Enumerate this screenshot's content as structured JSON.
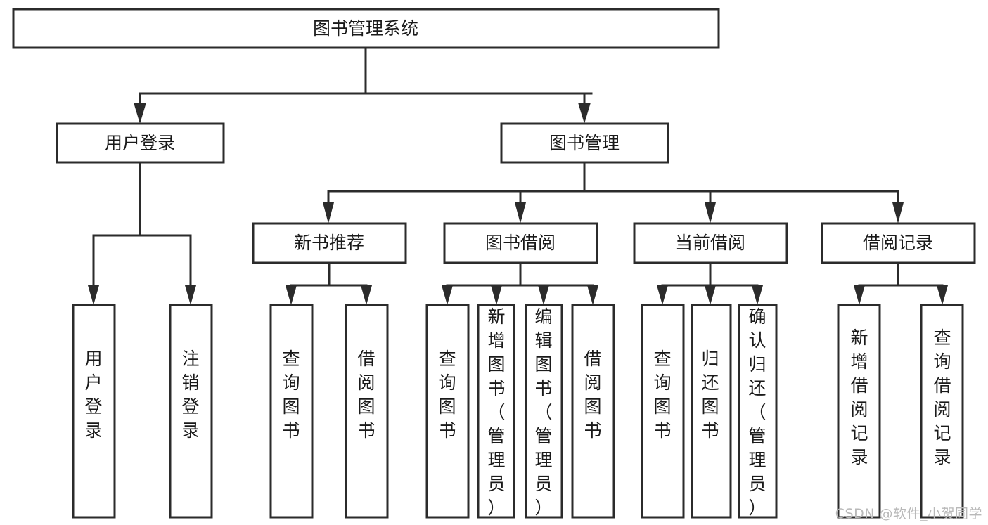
{
  "diagram": {
    "type": "tree",
    "title": "图书管理系统",
    "watermark": "CSDN @软件_小贺同学",
    "colors": {
      "line": "#2b2b2b",
      "box_fill": "#ffffff",
      "text": "#1a1a1a",
      "watermark": "#b9b9b9",
      "background": "#ffffff"
    },
    "levels": [
      {
        "level": 0,
        "nodes": [
          {
            "id": "root",
            "label": "图书管理系统",
            "orientation": "horizontal"
          }
        ]
      },
      {
        "level": 1,
        "nodes": [
          {
            "id": "login",
            "label": "用户登录",
            "orientation": "horizontal",
            "parent": "root"
          },
          {
            "id": "bookmgmt",
            "label": "图书管理",
            "orientation": "horizontal",
            "parent": "root"
          }
        ]
      },
      {
        "level": 2,
        "nodes": [
          {
            "id": "newbook",
            "label": "新书推荐",
            "orientation": "horizontal",
            "parent": "bookmgmt"
          },
          {
            "id": "borrow",
            "label": "图书借阅",
            "orientation": "horizontal",
            "parent": "bookmgmt"
          },
          {
            "id": "current",
            "label": "当前借阅",
            "orientation": "horizontal",
            "parent": "bookmgmt"
          },
          {
            "id": "records",
            "label": "借阅记录",
            "orientation": "horizontal",
            "parent": "bookmgmt"
          }
        ]
      },
      {
        "level": 3,
        "nodes": [
          {
            "id": "leaf-user-login",
            "label": "用户登录",
            "orientation": "vertical",
            "parent": "login"
          },
          {
            "id": "leaf-user-logout",
            "label": "注销登录",
            "orientation": "vertical",
            "parent": "login"
          },
          {
            "id": "leaf-query-book-1",
            "label": "查询图书",
            "orientation": "vertical",
            "parent": "newbook"
          },
          {
            "id": "leaf-borrow-book-1",
            "label": "借阅图书",
            "orientation": "vertical",
            "parent": "newbook"
          },
          {
            "id": "leaf-query-book-2",
            "label": "查询图书",
            "orientation": "vertical",
            "parent": "borrow"
          },
          {
            "id": "leaf-add-book",
            "label": "新增图书（管理员）",
            "orientation": "vertical",
            "parent": "borrow"
          },
          {
            "id": "leaf-edit-book",
            "label": "编辑图书（管理员）",
            "orientation": "vertical",
            "parent": "borrow"
          },
          {
            "id": "leaf-borrow-book-2",
            "label": "借阅图书",
            "orientation": "vertical",
            "parent": "borrow"
          },
          {
            "id": "leaf-query-book-3",
            "label": "查询图书",
            "orientation": "vertical",
            "parent": "current"
          },
          {
            "id": "leaf-return-book",
            "label": "归还图书",
            "orientation": "vertical",
            "parent": "current"
          },
          {
            "id": "leaf-confirm-return",
            "label": "确认归还（管理员）",
            "orientation": "vertical",
            "parent": "current"
          },
          {
            "id": "leaf-add-record",
            "label": "新增借阅记录",
            "orientation": "vertical",
            "parent": "records"
          },
          {
            "id": "leaf-query-record",
            "label": "查询借阅记录",
            "orientation": "vertical",
            "parent": "records"
          }
        ]
      }
    ]
  }
}
